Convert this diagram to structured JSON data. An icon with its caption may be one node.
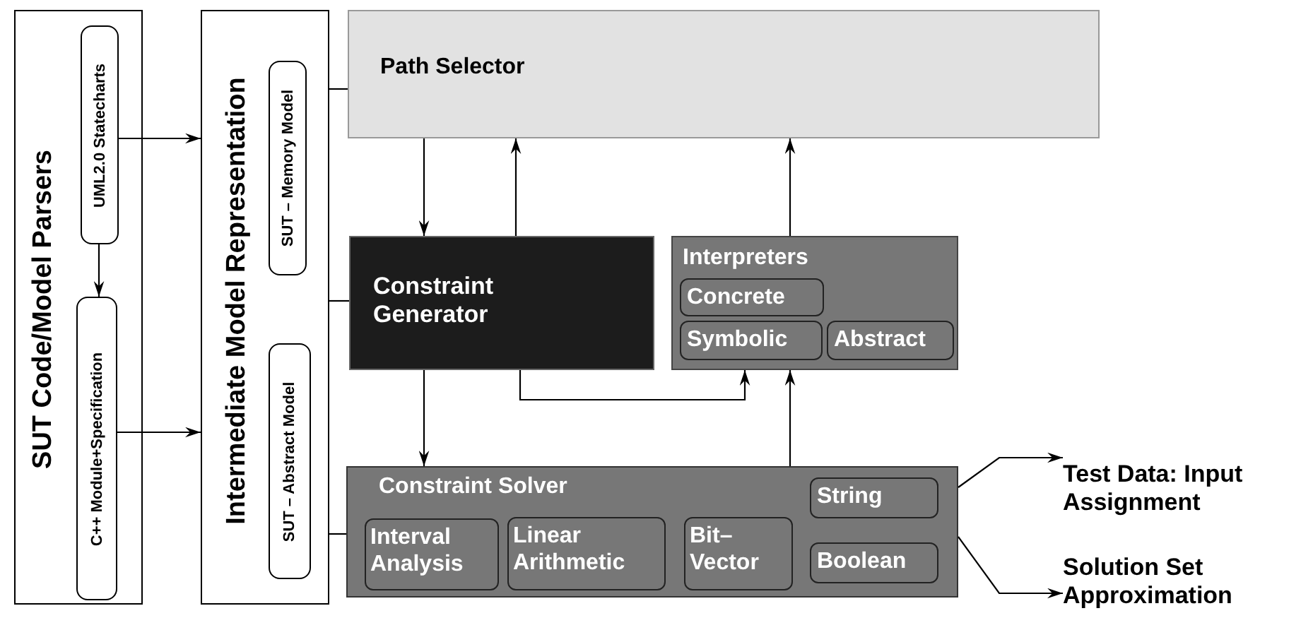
{
  "diagram": {
    "nodes": [
      {
        "text": [
          "SUT Code/Model Parsers"
        ]
      },
      {
        "text": [
          "UML2.0 Statecharts"
        ],
        "in": 0
      },
      {
        "text": [
          "C++ Module+Specification"
        ],
        "in": 0
      },
      {
        "text": [
          "Intermediate Model Representation"
        ]
      },
      {
        "text": [
          "SUT – Memory Model"
        ],
        "in": 3
      },
      {
        "text": [
          "SUT – Abstract Model"
        ],
        "in": 3
      },
      {
        "text": [
          "Path Selector"
        ]
      },
      {
        "text": [
          "Constraint Generator"
        ]
      },
      {
        "text": [
          "Interpreters"
        ]
      },
      {
        "text": [
          "Concrete"
        ],
        "in": 8
      },
      {
        "text": [
          "Symbolic"
        ],
        "in": 8
      },
      {
        "text": [
          "Abstract"
        ],
        "in": 8
      },
      {
        "text": [
          "Constraint Solver"
        ]
      },
      {
        "text": [
          "Interval Analysis"
        ],
        "in": 12
      },
      {
        "text": [
          "Linear Arithmetic"
        ],
        "in": 12
      },
      {
        "text": [
          "Bit– Vector"
        ],
        "in": 12
      },
      {
        "text": [
          "String"
        ],
        "in": 12
      },
      {
        "text": [
          "Boolean"
        ],
        "in": 12
      },
      {
        "text": [
          "Test Data: Input Assignment"
        ]
      },
      {
        "text": [
          "Solution Set Approximation"
        ]
      }
    ],
    "edges": [
      {
        "from": 1,
        "to": 3,
        "arrow": "to"
      },
      {
        "from": 1,
        "to": 2,
        "arrow": "to"
      },
      {
        "from": 2,
        "to": 3,
        "arrow": "to"
      },
      {
        "from": 3,
        "to": 6,
        "arrow": "none"
      },
      {
        "from": 3,
        "to": 7,
        "arrow": "none"
      },
      {
        "from": 3,
        "to": 12,
        "arrow": "none"
      },
      {
        "from": 6,
        "to": 7,
        "arrow": "to"
      },
      {
        "from": 7,
        "to": 6,
        "arrow": "to"
      },
      {
        "from": 8,
        "to": 6,
        "arrow": "to"
      },
      {
        "from": 7,
        "to": 8,
        "arrow": "to"
      },
      {
        "from": 7,
        "to": 12,
        "arrow": "to"
      },
      {
        "from": 12,
        "to": 8,
        "arrow": "to"
      },
      {
        "from": 12,
        "to": 18,
        "arrow": "to"
      },
      {
        "from": 12,
        "to": 19,
        "arrow": "to"
      }
    ]
  }
}
